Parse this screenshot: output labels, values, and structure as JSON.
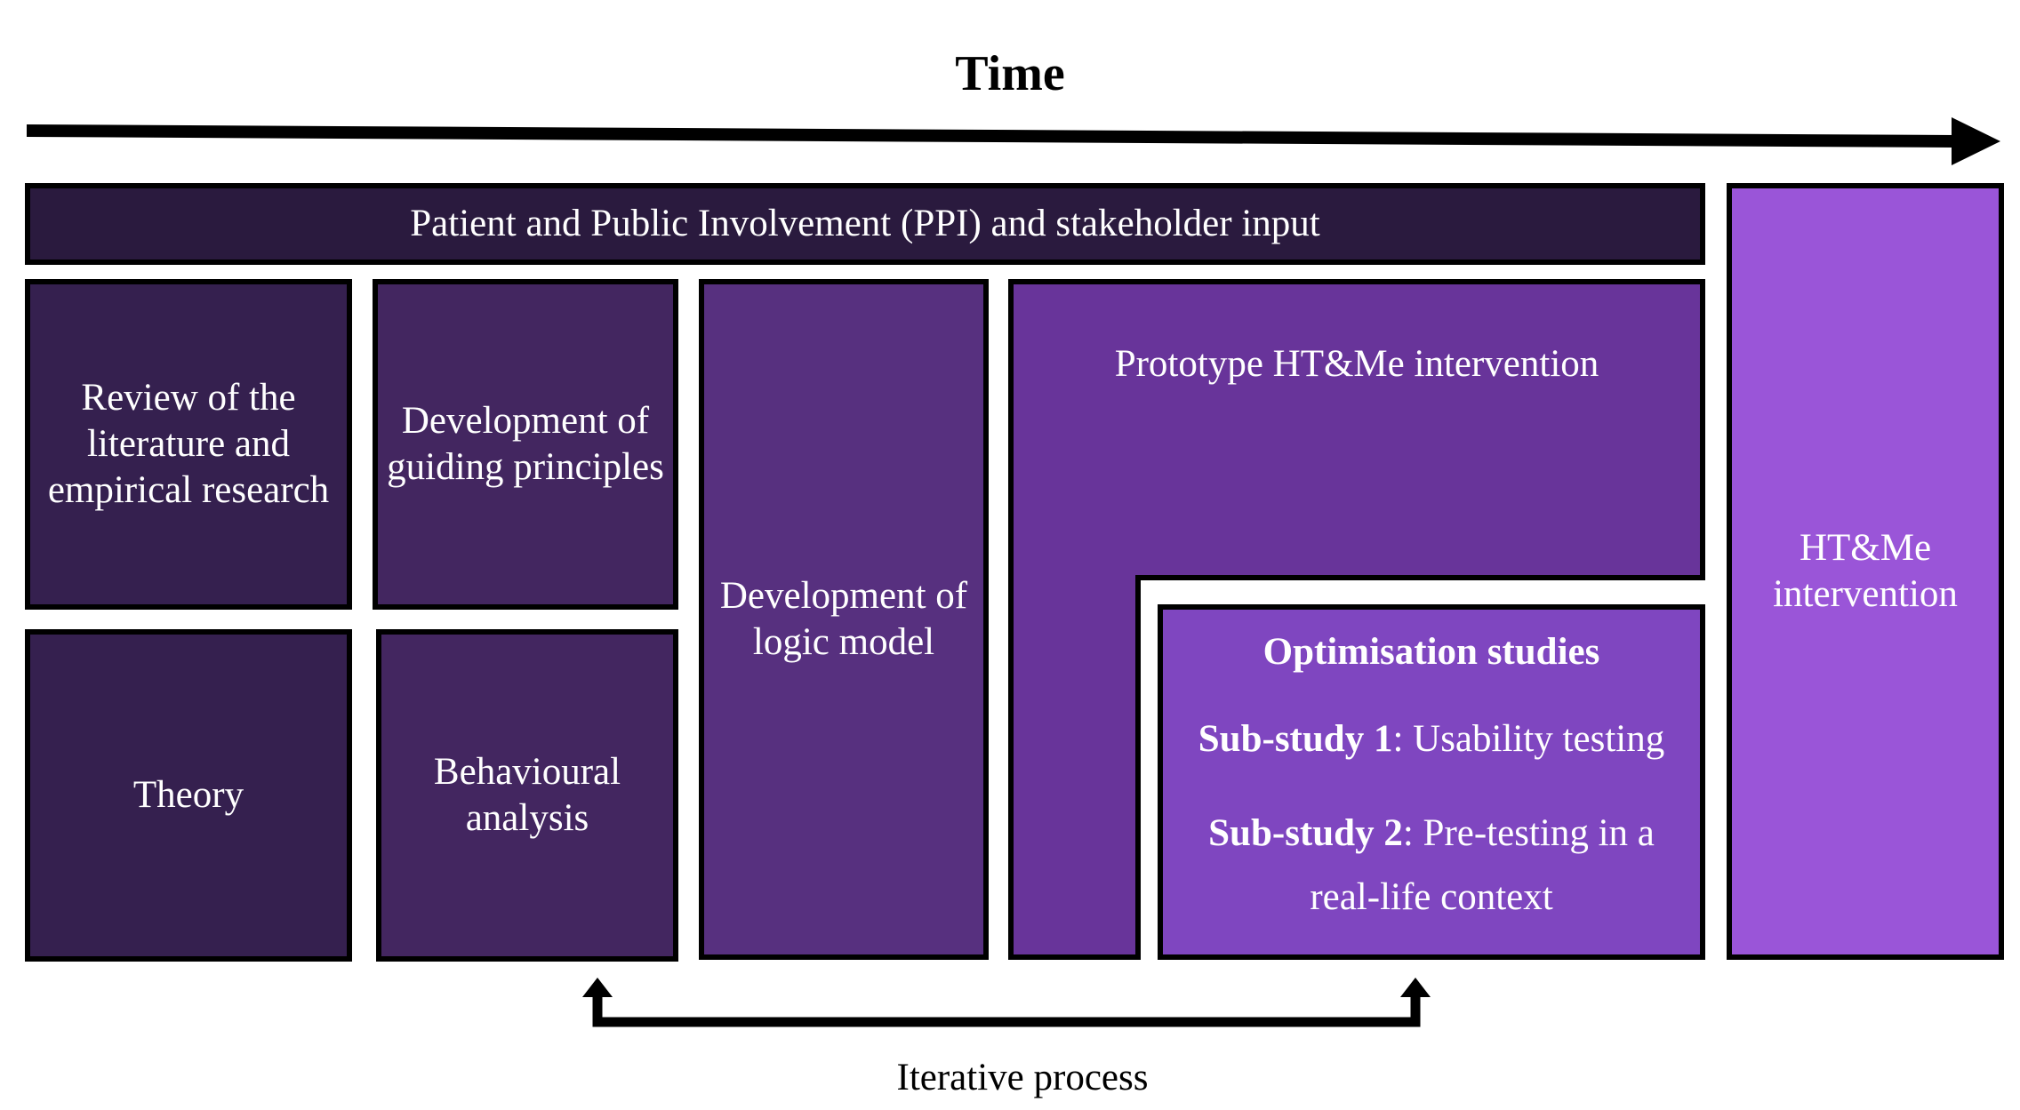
{
  "time_label": "Time",
  "iterative_label": "Iterative process",
  "colors": {
    "ppi": "#2a1a3e",
    "literature": "#35204f",
    "theory": "#35204f",
    "guiding": "#432660",
    "behavioural": "#432660",
    "logic": "#57307f",
    "prototype": "#68349a",
    "optimisation": "#7f46c0",
    "htme": "#9a55d8"
  },
  "boxes": {
    "ppi": "Patient and Public Involvement (PPI) and stakeholder input",
    "literature": "Review of the literature and empirical research",
    "guiding": "Development of guiding principles",
    "logic": "Development of logic model",
    "prototype": "Prototype HT&Me intervention",
    "theory": "Theory",
    "behavioural": "Behavioural analysis",
    "htme": "HT&Me intervention"
  },
  "optimisation": {
    "title": "Optimisation studies",
    "sub1_bold": "Sub-study 1",
    "sub1_rest": ": Usability testing",
    "sub2_bold": "Sub-study 2",
    "sub2_rest": ": Pre-testing in a real-life context"
  }
}
